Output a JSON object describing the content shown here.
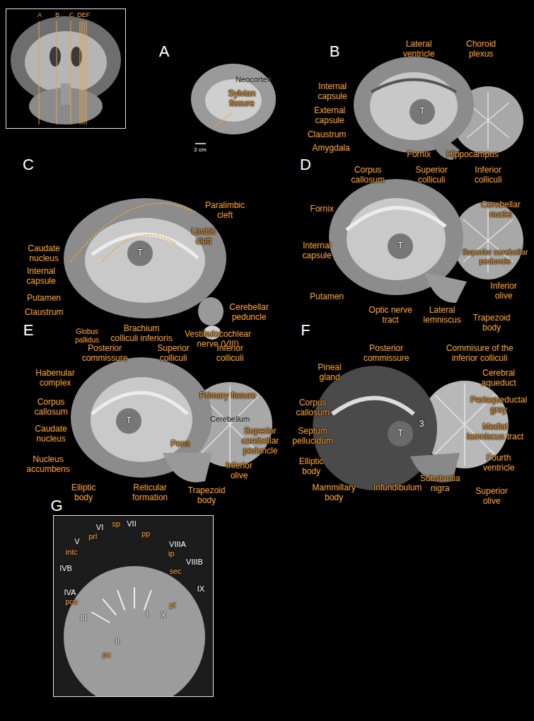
{
  "diagram": {
    "nodes": [
      {
        "text": [
          "A",
          "B",
          "C",
          "DEF"
        ]
      },
      {
        "text": [
          "sp",
          "VII",
          "VI",
          "pp",
          "prl",
          "V",
          "VIIIA",
          "intc",
          "ip",
          "VIIIB",
          "IVB",
          "sec",
          "IX",
          "IVA",
          "pcu",
          "pl",
          "I",
          "X",
          "III",
          "II",
          "pc"
        ]
      }
    ],
    "labels": [
      "A",
      "Neocortex",
      "Sylvian fissure",
      "2 cm",
      "B",
      "Lateral ventricle",
      "Choroid plexus",
      "Internal capsule",
      "External capsule",
      "Claustrum",
      "Amygdala",
      "Fornix",
      "Hippocampus",
      "T",
      "C",
      "Paralimbic cleft",
      "Limbic cleft",
      "Caudate nucleus",
      "Internal capsule",
      "Putamen",
      "Claustrum",
      "Globus pallidus",
      "Brachium colliculi inferioris",
      "Cerebellar peduncle",
      "Vestibulocochlear nerve (VIII)",
      "T",
      "D",
      "Corpus callosum",
      "Superior colliculi",
      "Inferior colliculi",
      "Fornix",
      "Cerebellar nuclei",
      "Internal capsule",
      "T",
      "Superior cerebellar peduncle",
      "Inferior olive",
      "Putamen",
      "Optic nerve tract",
      "Lateral lemniscus",
      "Trapezoid body",
      "E",
      "Posterior commissure",
      "Superior colliculi",
      "Inferior colliculi",
      "Habenular complex",
      "Primary fissure",
      "Corpus callosum",
      "T",
      "Cerebellum",
      "Caudate nucleus",
      "Superior cerebellar peduncle",
      "Pons",
      "Nucleus accumbens",
      "Inferior olive",
      "Elliptic body",
      "Reticular formation",
      "Trapezoid body",
      "F",
      "Posterior commissure",
      "Commisure of the inferior colliculi",
      "Pineal gland",
      "Cerebral aqueduct",
      "Corpus callosum",
      "Periaqueductal gray",
      "T",
      "3",
      "Septum pellucidum",
      "Medial lemniscus tract",
      "Elliptic body",
      "Fourth ventricle",
      "Substantia nigra",
      "Mammillary body",
      "Infundibulum",
      "Superior olive",
      "G"
    ]
  }
}
